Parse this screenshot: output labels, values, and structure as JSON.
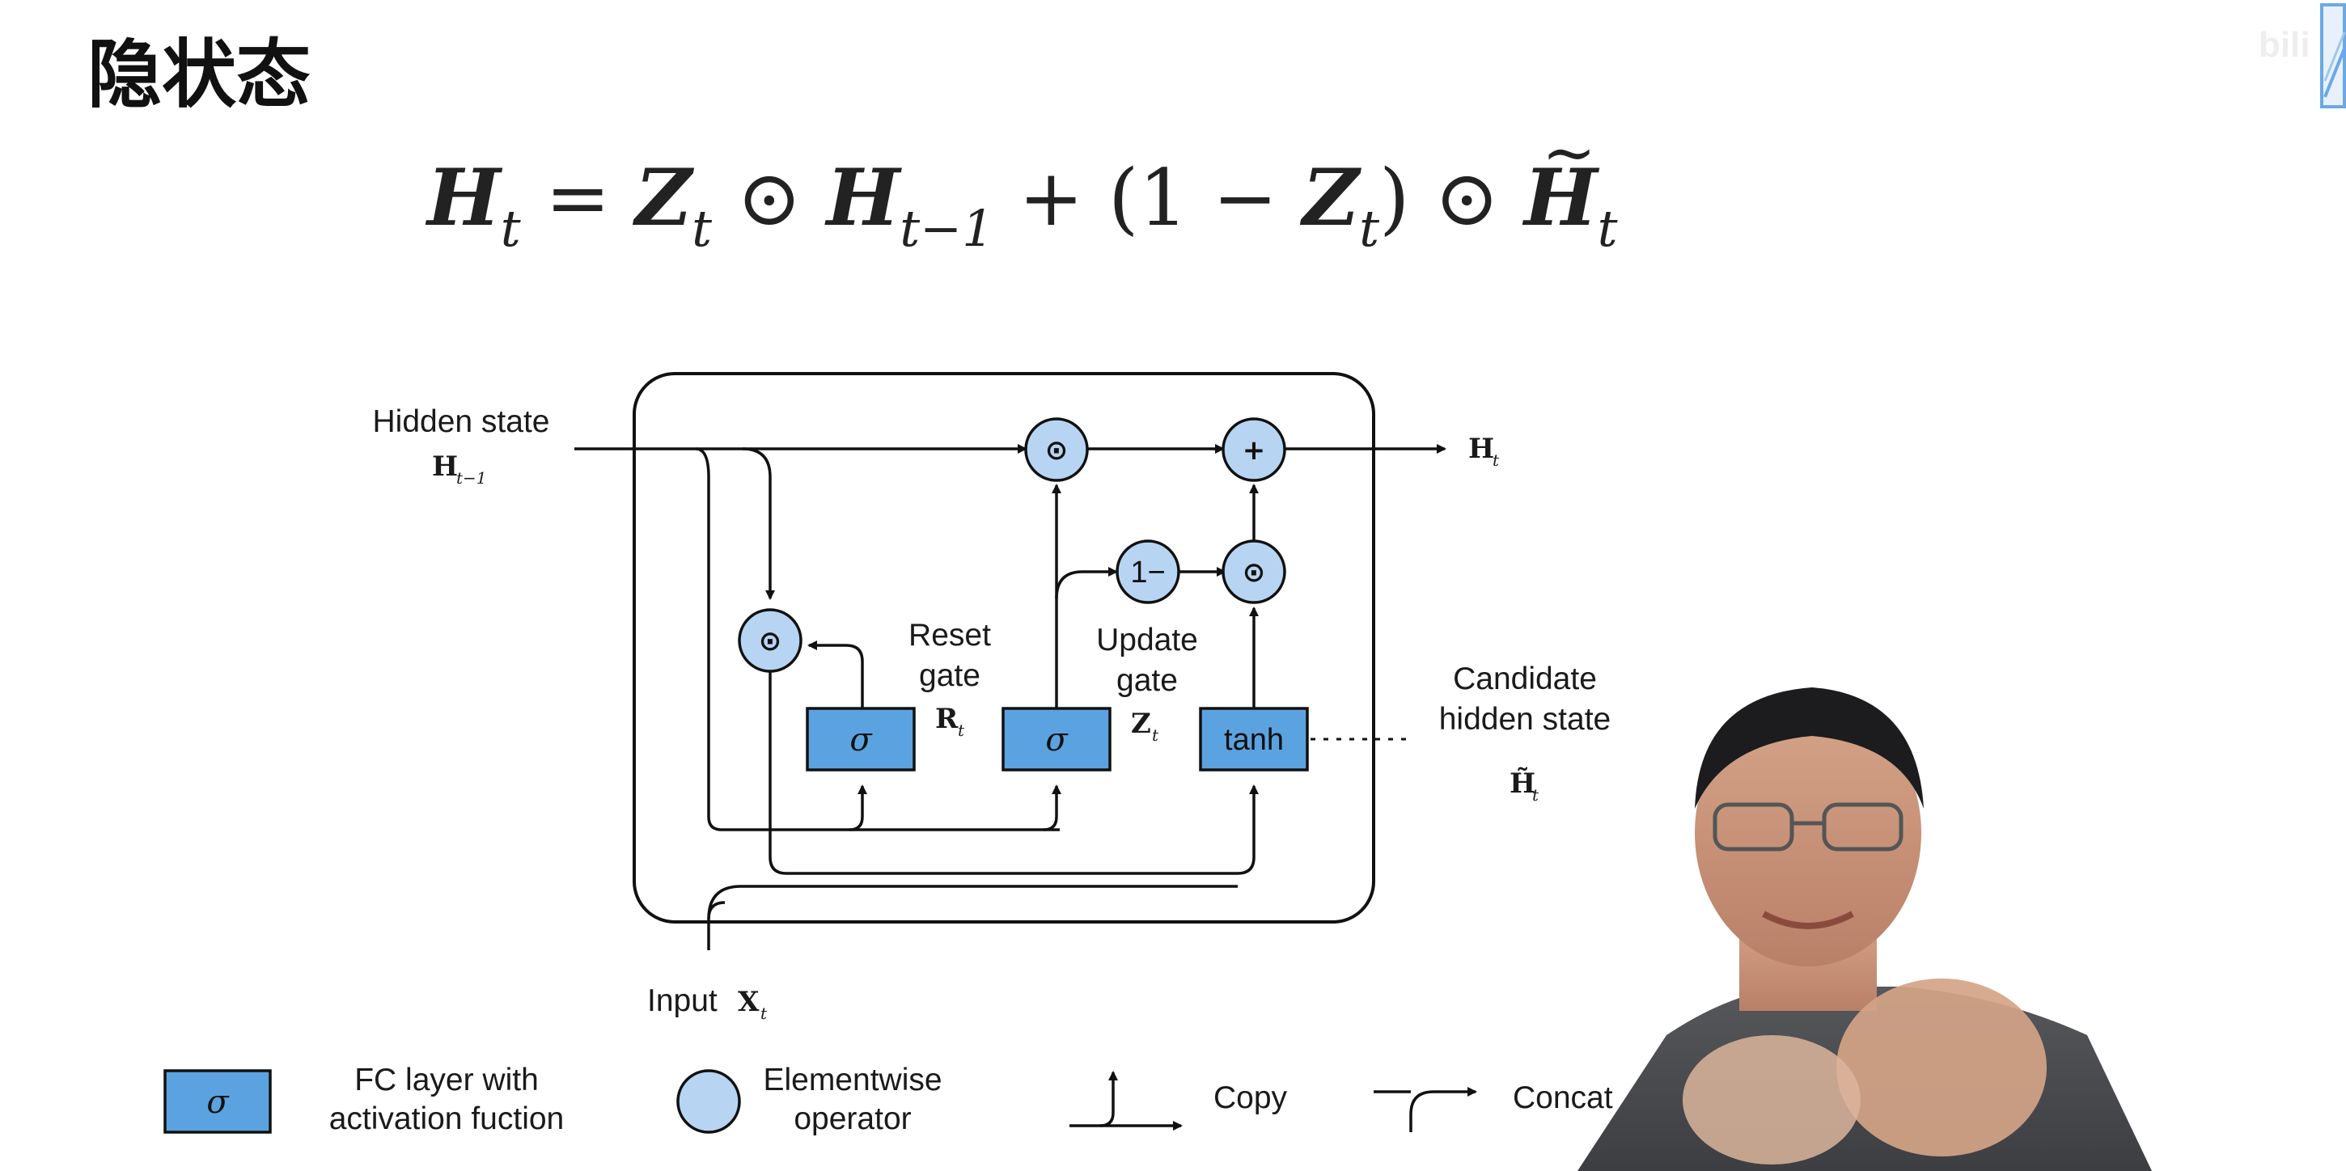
{
  "title": "隐状态",
  "formula": {
    "H": "H",
    "t": "t",
    "eq": "=",
    "Z": "Z",
    "odot": "⊙",
    "tminus1": "t−1",
    "plus": "+",
    "open": "(1 −",
    "close": ")"
  },
  "diagram": {
    "hidden_state": "Hidden state",
    "H_prev_main": "H",
    "H_prev_sub": "t−1",
    "H_out_main": "H",
    "H_out_sub": "t",
    "reset_gate_1": "Reset",
    "reset_gate_2": "gate",
    "R_main": "R",
    "R_sub": "t",
    "update_gate_1": "Update",
    "update_gate_2": "gate",
    "Z_main": "Z",
    "Z_sub": "t",
    "candidate_1": "Candidate",
    "candidate_2": "hidden state",
    "Htilde_main": "H̃",
    "Htilde_sub": "t",
    "input": "Input",
    "X_main": "X",
    "X_sub": "t",
    "sigma": "σ",
    "tanh": "tanh",
    "one_minus": "1−",
    "plus_op": "+",
    "odot_op": "⊙"
  },
  "legend": {
    "fc_symbol": "σ",
    "fc_line1": "FC layer with",
    "fc_line2": "activation fuction",
    "elem_line1": "Elementwise",
    "elem_line2": "operator",
    "copy": "Copy",
    "concat": "Concat"
  },
  "colors": {
    "box_fill": "#5ba3e0",
    "circle_fill": "#b7d5f3",
    "line": "#111111"
  }
}
